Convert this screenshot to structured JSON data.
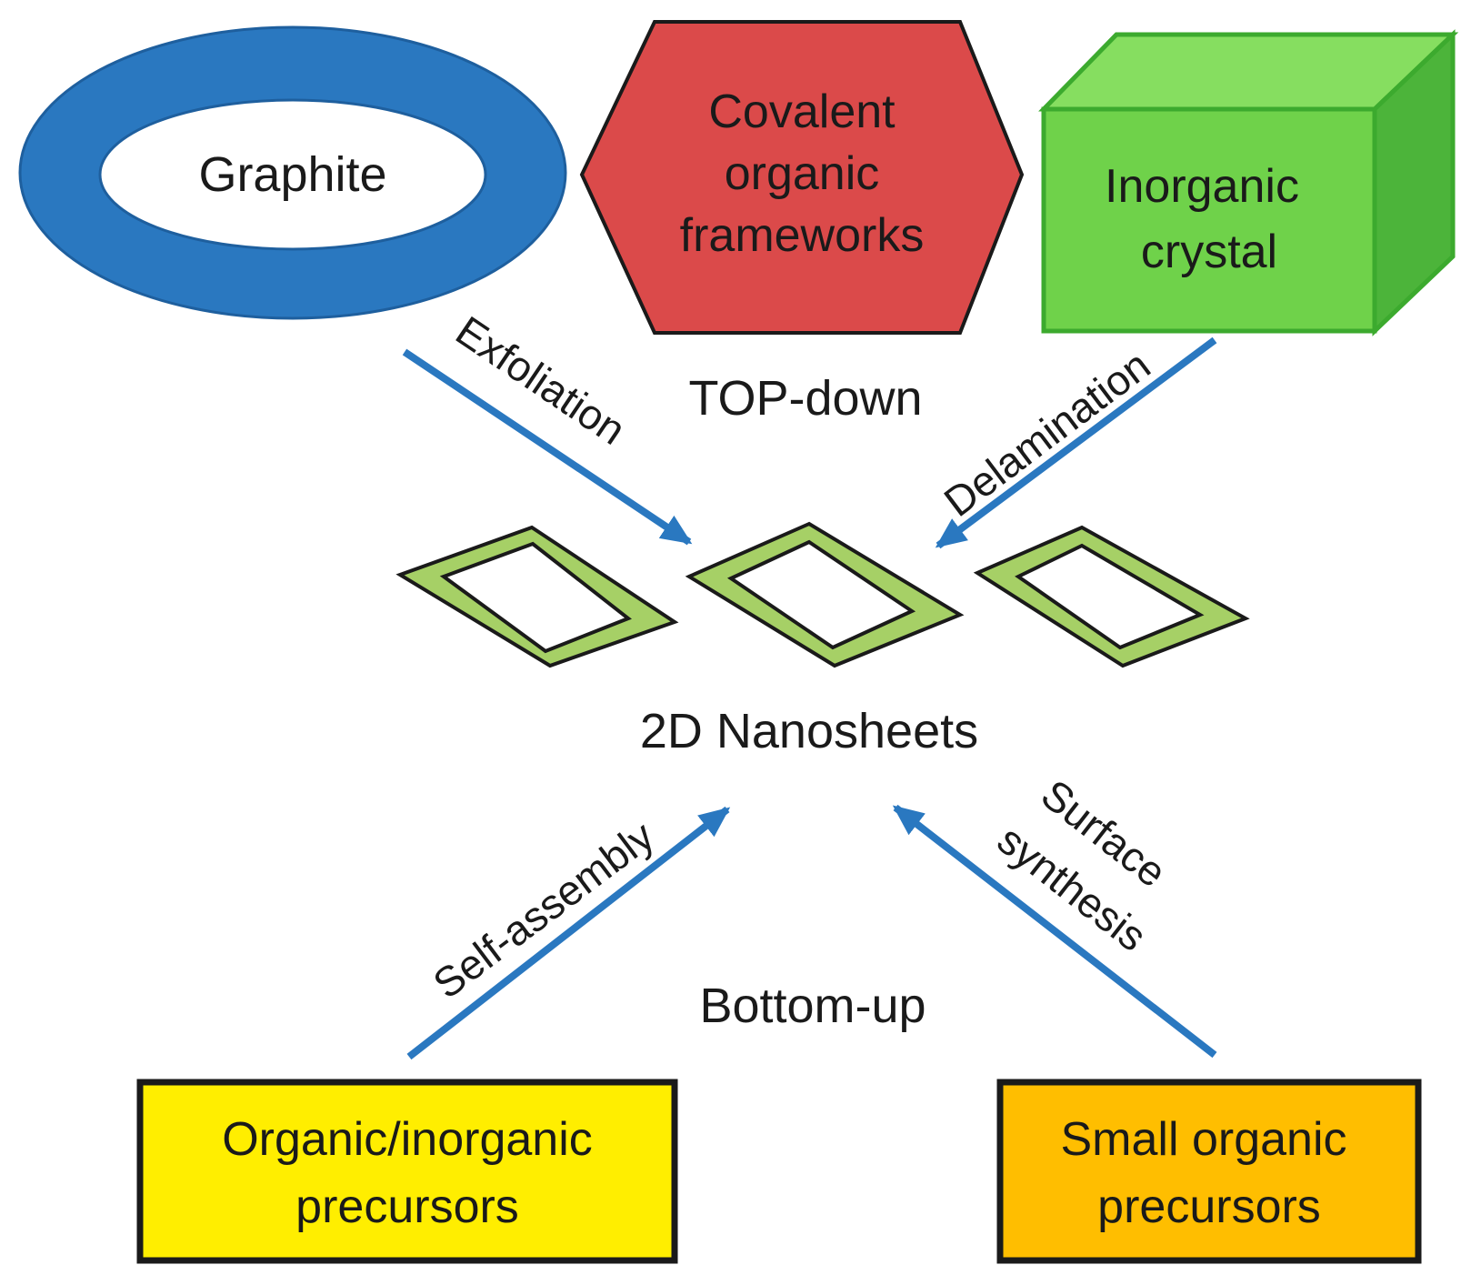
{
  "sources_top": {
    "graphite": "Graphite",
    "cof_line1": "Covalent",
    "cof_line2": "organic",
    "cof_line3": "frameworks",
    "inorganic_line1": "Inorganic",
    "inorganic_line2": "crystal"
  },
  "process_labels": {
    "exfoliation": "Exfoliation",
    "delamination": "Delamination",
    "self_assembly": "Self-assembly",
    "surface_line1": "Surface",
    "surface_line2": "synthesis"
  },
  "headings": {
    "top_down": "TOP-down",
    "center": "2D Nanosheets",
    "bottom_up": "Bottom-up"
  },
  "sources_bottom": {
    "left_line1": "Organic/inorganic",
    "left_line2": "precursors",
    "right_line1": "Small organic",
    "right_line2": "precursors"
  },
  "colors": {
    "graphite_blue": "#2a78c0",
    "arrow_blue": "#2a78c0",
    "cof_red": "#db4a4a",
    "crystal_green_front": "#6fd24a",
    "crystal_green_top": "#86de60",
    "crystal_green_side": "#4cb43a",
    "crystal_border": "#3caa2e",
    "sheet_green": "#a6d066",
    "yellow_box": "#ffee00",
    "orange_box": "#ffbe00"
  }
}
